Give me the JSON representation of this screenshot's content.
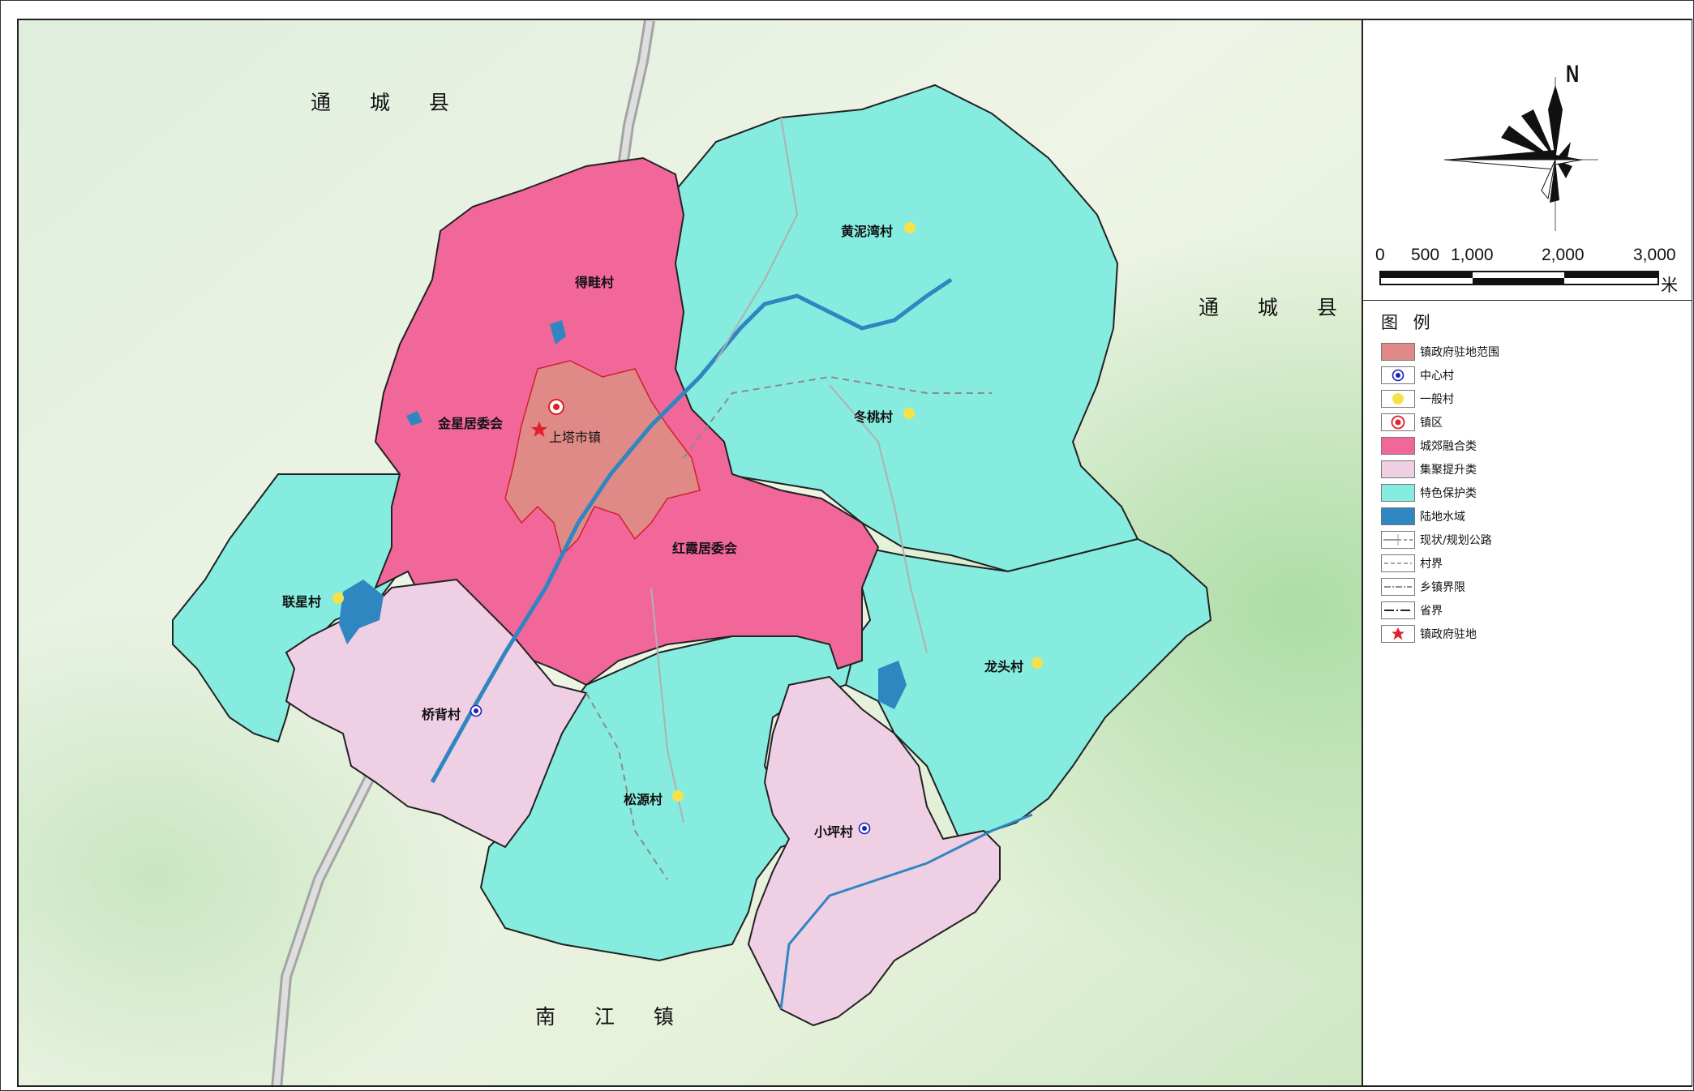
{
  "map": {
    "neighbors": {
      "northwest": "通 城 县",
      "east": "通 城 县",
      "south": "南 江 镇"
    },
    "places": [
      {
        "id": "dewa",
        "name": "得畦村",
        "type": ""
      },
      {
        "id": "huangniwan",
        "name": "黄泥湾村",
        "type": "一般村"
      },
      {
        "id": "jinxing",
        "name": "金星居委会",
        "type": ""
      },
      {
        "id": "town",
        "name": "上塔市镇",
        "type": "镇区"
      },
      {
        "id": "dongtao",
        "name": "冬桃村",
        "type": "一般村"
      },
      {
        "id": "hongxia",
        "name": "红霞居委会",
        "type": ""
      },
      {
        "id": "lianxing",
        "name": "联星村",
        "type": "一般村"
      },
      {
        "id": "qiaobei",
        "name": "桥背村",
        "type": "中心村"
      },
      {
        "id": "longtou",
        "name": "龙头村",
        "type": "一般村"
      },
      {
        "id": "songyuan",
        "name": "松源村",
        "type": "一般村"
      },
      {
        "id": "xiaoping",
        "name": "小坪村",
        "type": "中心村"
      }
    ]
  },
  "compass": {
    "north_label": "N"
  },
  "scale_bar": {
    "ticks": [
      "0",
      "500",
      "1,000",
      "2,000",
      "3,000"
    ],
    "unit": "米"
  },
  "legend": {
    "title": "图 例",
    "items": [
      {
        "label": "镇政府驻地范围",
        "icon": "town-govt-area-swatch",
        "color": "#e08a88"
      },
      {
        "label": "中心村",
        "icon": "center-village-icon",
        "color": "#1a22b8"
      },
      {
        "label": "一般村",
        "icon": "general-village-icon",
        "color": "#f5e24a"
      },
      {
        "label": "镇区",
        "icon": "town-area-icon",
        "color": "#e0202a"
      },
      {
        "label": "城郊融合类",
        "icon": "suburban-integration-swatch",
        "color": "#f2679a"
      },
      {
        "label": "集聚提升类",
        "icon": "agglomeration-upgrade-swatch",
        "color": "#efcfe4"
      },
      {
        "label": "特色保护类",
        "icon": "characteristic-protection-swatch",
        "color": "#86ecdf"
      },
      {
        "label": "陆地水域",
        "icon": "water-body-swatch",
        "color": "#2f86c0"
      },
      {
        "label": "现状/规划公路",
        "icon": "road-line-icon",
        "color": "#9a9a9a"
      },
      {
        "label": "村界",
        "icon": "village-boundary-icon",
        "color": "#888888"
      },
      {
        "label": "乡镇界限",
        "icon": "township-boundary-icon",
        "color": "#666666"
      },
      {
        "label": "省界",
        "icon": "provincial-boundary-icon",
        "color": "#222222"
      },
      {
        "label": "镇政府驻地",
        "icon": "town-government-star-icon",
        "color": "#e0202a"
      }
    ]
  }
}
